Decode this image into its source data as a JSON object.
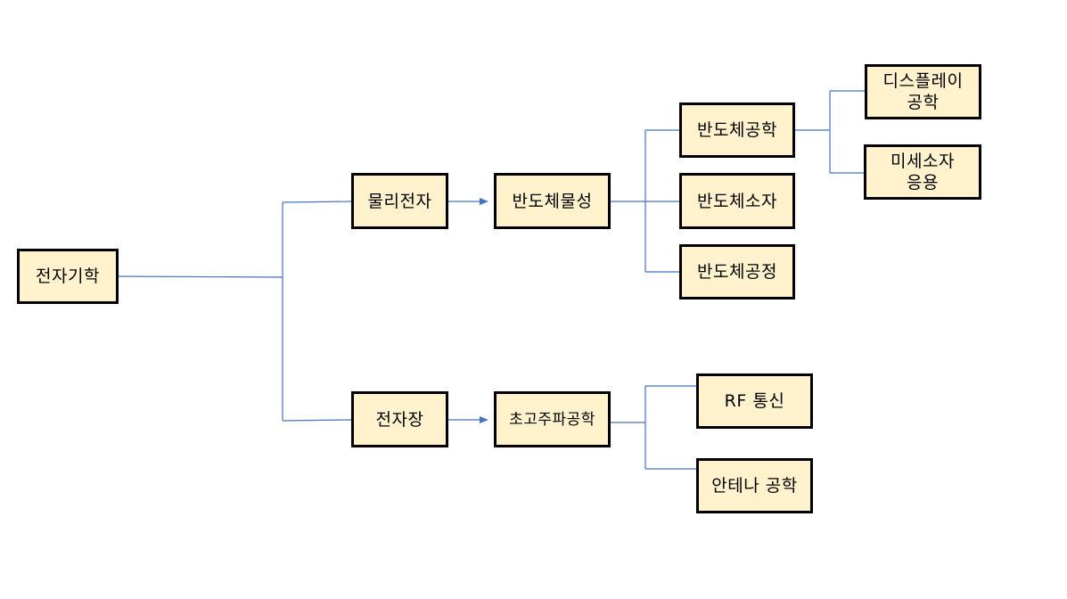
{
  "diagram": {
    "nodes": {
      "root": "전자기학",
      "physical_electronics": "물리전자",
      "electromagnetic_fields": "전자장",
      "semiconductor_physics": "반도체물성",
      "microwave_engineering": "초고주파공학",
      "semiconductor_engineering": "반도체공학",
      "semiconductor_devices": "반도체소자",
      "semiconductor_process": "반도체공정",
      "display_engineering": "디스플레이\n공학",
      "microdevice_applications": "미세소자\n응용",
      "rf_communication": "RF 통신",
      "antenna_engineering": "안테나 공학"
    },
    "colors": {
      "node_fill": "#fff2cc",
      "node_border": "#000000",
      "connector": "#4472c4"
    }
  }
}
